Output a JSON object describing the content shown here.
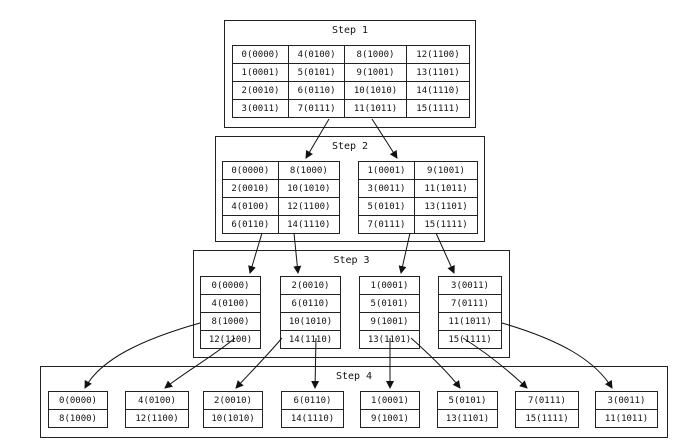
{
  "steps": [
    {
      "title": "Step 1",
      "nodes": [
        {
          "rows": [
            [
              "0(0000)",
              "4(0100)",
              "8(1000)",
              "12(1100)"
            ],
            [
              "1(0001)",
              "5(0101)",
              "9(1001)",
              "13(1101)"
            ],
            [
              "2(0010)",
              "6(0110)",
              "10(1010)",
              "14(1110)"
            ],
            [
              "3(0011)",
              "7(0111)",
              "11(1011)",
              "15(1111)"
            ]
          ]
        }
      ]
    },
    {
      "title": "Step 2",
      "nodes": [
        {
          "rows": [
            [
              "0(0000)",
              "8(1000)"
            ],
            [
              "2(0010)",
              "10(1010)"
            ],
            [
              "4(0100)",
              "12(1100)"
            ],
            [
              "6(0110)",
              "14(1110)"
            ]
          ]
        },
        {
          "rows": [
            [
              "1(0001)",
              "9(1001)"
            ],
            [
              "3(0011)",
              "11(1011)"
            ],
            [
              "5(0101)",
              "13(1101)"
            ],
            [
              "7(0111)",
              "15(1111)"
            ]
          ]
        }
      ]
    },
    {
      "title": "Step 3",
      "nodes": [
        {
          "rows": [
            [
              "0(0000)"
            ],
            [
              "4(0100)"
            ],
            [
              "8(1000)"
            ],
            [
              "12(1100)"
            ]
          ]
        },
        {
          "rows": [
            [
              "2(0010)"
            ],
            [
              "6(0110)"
            ],
            [
              "10(1010)"
            ],
            [
              "14(1110)"
            ]
          ]
        },
        {
          "rows": [
            [
              "1(0001)"
            ],
            [
              "5(0101)"
            ],
            [
              "9(1001)"
            ],
            [
              "13(1101)"
            ]
          ]
        },
        {
          "rows": [
            [
              "3(0011)"
            ],
            [
              "7(0111)"
            ],
            [
              "11(1011)"
            ],
            [
              "15(1111)"
            ]
          ]
        }
      ]
    },
    {
      "title": "Step 4",
      "nodes": [
        {
          "rows": [
            [
              "0(0000)"
            ],
            [
              "8(1000)"
            ]
          ]
        },
        {
          "rows": [
            [
              "4(0100)"
            ],
            [
              "12(1100)"
            ]
          ]
        },
        {
          "rows": [
            [
              "2(0010)"
            ],
            [
              "10(1010)"
            ]
          ]
        },
        {
          "rows": [
            [
              "6(0110)"
            ],
            [
              "14(1110)"
            ]
          ]
        },
        {
          "rows": [
            [
              "1(0001)"
            ],
            [
              "9(1001)"
            ]
          ]
        },
        {
          "rows": [
            [
              "5(0101)"
            ],
            [
              "13(1101)"
            ]
          ]
        },
        {
          "rows": [
            [
              "7(0111)"
            ],
            [
              "15(1111)"
            ]
          ]
        },
        {
          "rows": [
            [
              "3(0011)"
            ],
            [
              "11(1011)"
            ]
          ]
        }
      ]
    }
  ],
  "edge_color": "#111111"
}
